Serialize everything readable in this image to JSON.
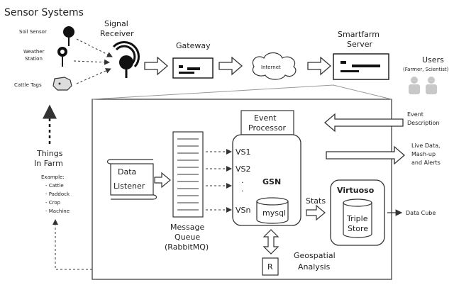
{
  "sensor": {
    "title": "Sensor Systems",
    "soil": "Soil Sensor",
    "weather_1": "Weather",
    "weather_2": "Station",
    "cattle": "Cattle Tags"
  },
  "signal": {
    "line1": "Signal",
    "line2": "Receiver"
  },
  "gateway": {
    "label": "Gateway"
  },
  "internet": {
    "label": "Internet"
  },
  "server": {
    "line1": "Smartfarm",
    "line2": "Server"
  },
  "users": {
    "label": "Users",
    "sub": "(Farmer, Scientist)"
  },
  "things": {
    "line1": "Things",
    "line2": "In Farm",
    "example": "Example:",
    "items": [
      "- Cattle",
      "- Paddock",
      "- Crop",
      "- Machine"
    ]
  },
  "listener": {
    "line1": "Data",
    "line2": "Listener"
  },
  "queue": {
    "line1": "Message",
    "line2": "Queue",
    "line3": "(RabbitMQ)"
  },
  "event_processor": {
    "line1": "Event",
    "line2": "Processor"
  },
  "gsn": {
    "title": "GSN",
    "vs1": "VS1",
    "vs2": "VS2",
    "vsn": "VSn",
    "db": "mysql",
    "dots": "."
  },
  "stats": "Stats",
  "virtuoso": {
    "title": "Virtuoso",
    "store1": "Triple",
    "store2": "Store"
  },
  "data_cube": "Data Cube",
  "event_desc": {
    "line1": "Event",
    "line2": "Description"
  },
  "live": {
    "line1": "Live Data,",
    "line2": "Mash-up",
    "line3": "and Alerts"
  },
  "r_label": "R",
  "geo": {
    "line1": "Geospatial",
    "line2": "Analysis"
  }
}
